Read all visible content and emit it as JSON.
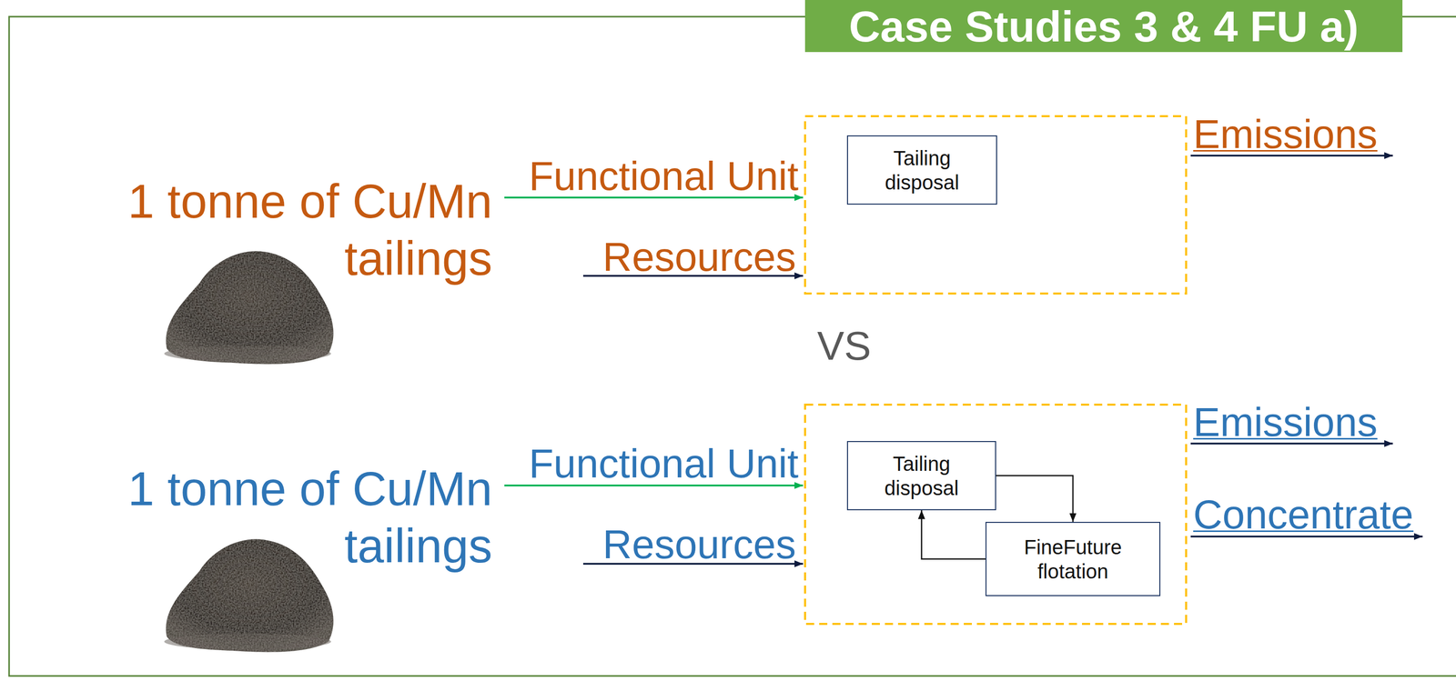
{
  "diagram": {
    "title": "Case Studies 3 & 4 FU a)",
    "nodes": [
      {
        "text": [
          "Tailing disposal"
        ]
      },
      {
        "text": [
          "Tailing disposal"
        ]
      },
      {
        "text": [
          "FineFuture flotation"
        ]
      }
    ],
    "edges": [
      {
        "from": 1,
        "to": 2,
        "arrow": "to"
      },
      {
        "from": 2,
        "to": 1,
        "arrow": "to"
      }
    ],
    "labels": [
      "1 tonne of Cu/Mn tailings",
      "Functional Unit",
      "Resources",
      "Emissions",
      "VS",
      "1 tonne of Cu/Mn tailings",
      "Functional Unit",
      "Resources",
      "Emissions",
      "Concentrate"
    ]
  }
}
